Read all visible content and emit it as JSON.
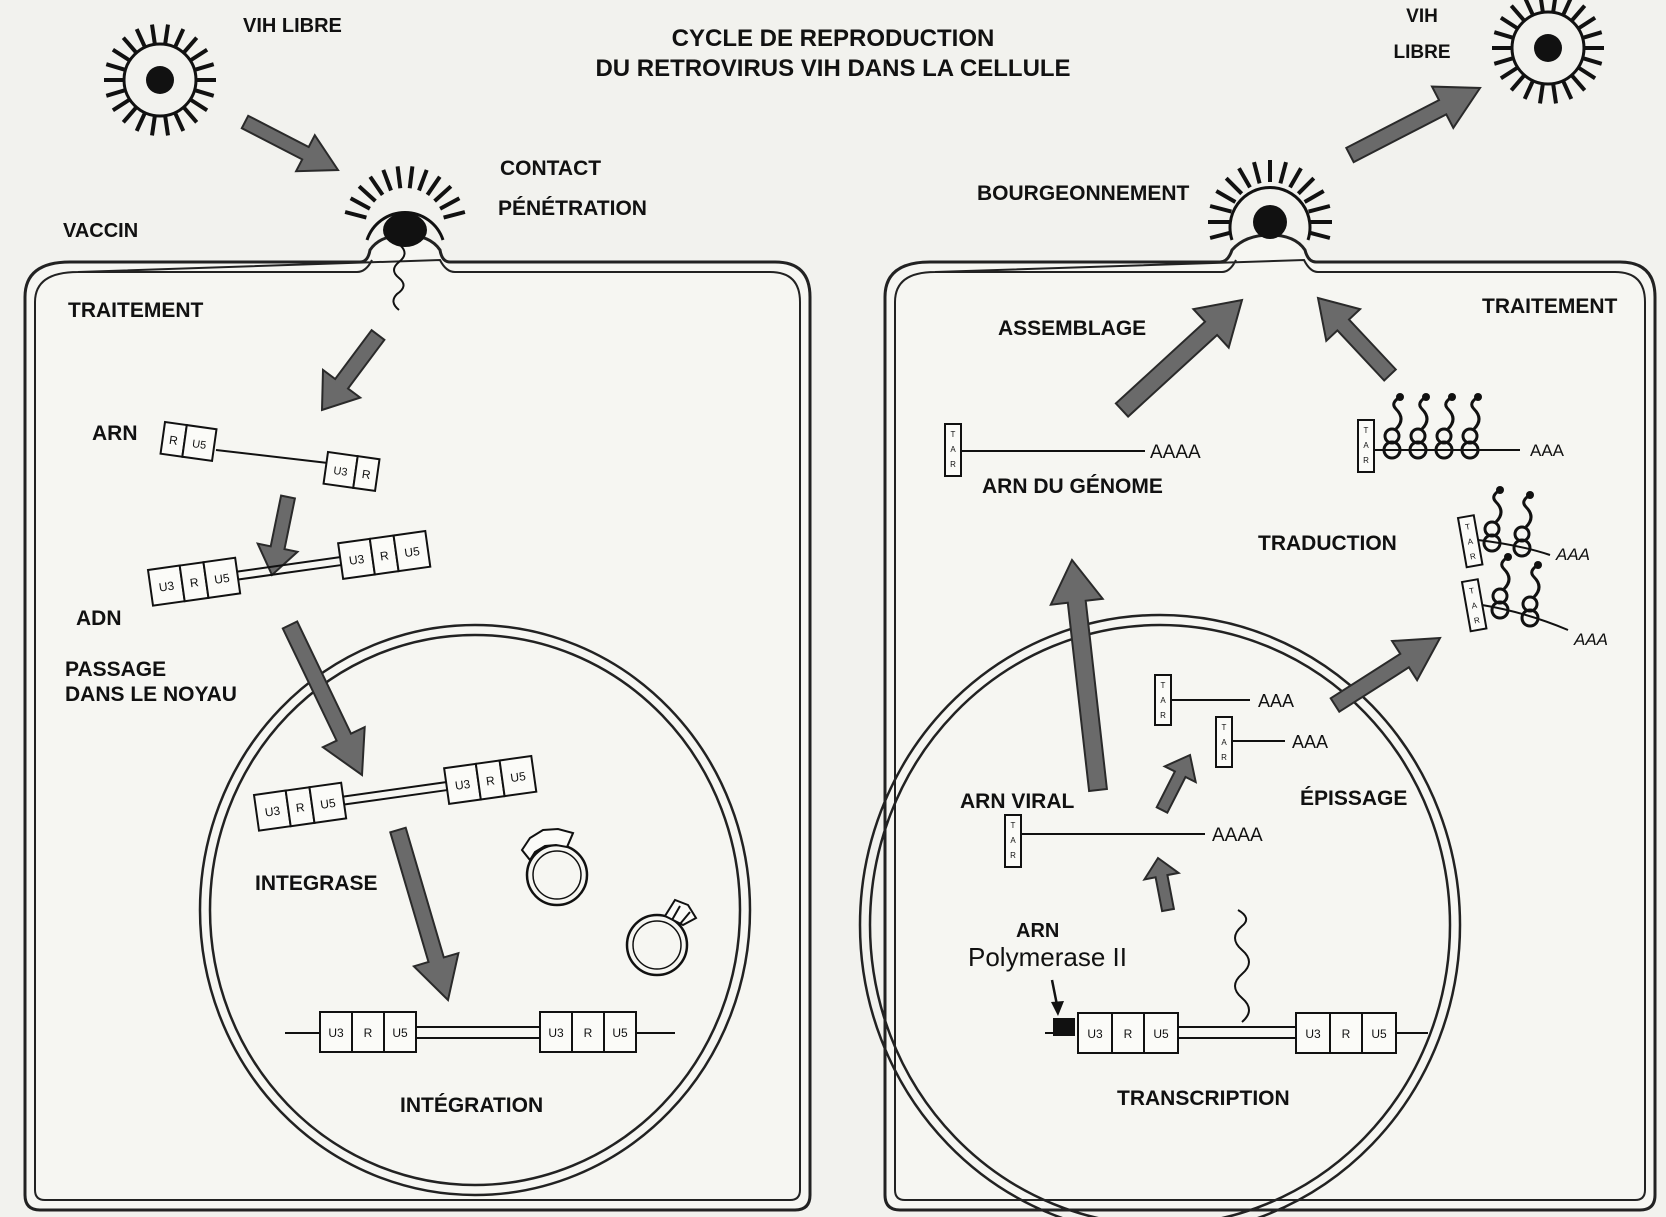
{
  "diagram": {
    "title_line1": "CYCLE DE REPRODUCTION",
    "title_line2": "DU RETROVIRUS VIH DANS LA CELLULE",
    "labels": {
      "vih_libre_left": "VIH LIBRE",
      "vih_right_line1": "VIH",
      "vih_right_line2": "LIBRE",
      "contact": "CONTACT",
      "penetration": "PÉNÉTRATION",
      "vaccin": "VACCIN",
      "traitement_left": "TRAITEMENT",
      "traitement_right": "TRAITEMENT",
      "bourgeonnement": "BOURGEONNEMENT",
      "assemblage": "ASSEMBLAGE",
      "arn": "ARN",
      "adn": "ADN",
      "passage_line1": "PASSAGE",
      "passage_line2": "DANS LE NOYAU",
      "integrase": "INTEGRASE",
      "integration": "INTÉGRATION",
      "arn_du_genome": "ARN DU GÉNOME",
      "traduction": "TRADUCTION",
      "epissage": "ÉPISSAGE",
      "arn_viral": "ARN VIRAL",
      "arn_pol_line1": "ARN",
      "arn_pol_line2": "Polymerase II",
      "transcription": "TRANSCRIPTION"
    },
    "segments": {
      "u3": "U3",
      "r": "R",
      "u5": "U5",
      "tar": [
        "T",
        "A",
        "R"
      ]
    },
    "tails": {
      "aaaa": "AAAA",
      "aaa": "AAA"
    }
  }
}
